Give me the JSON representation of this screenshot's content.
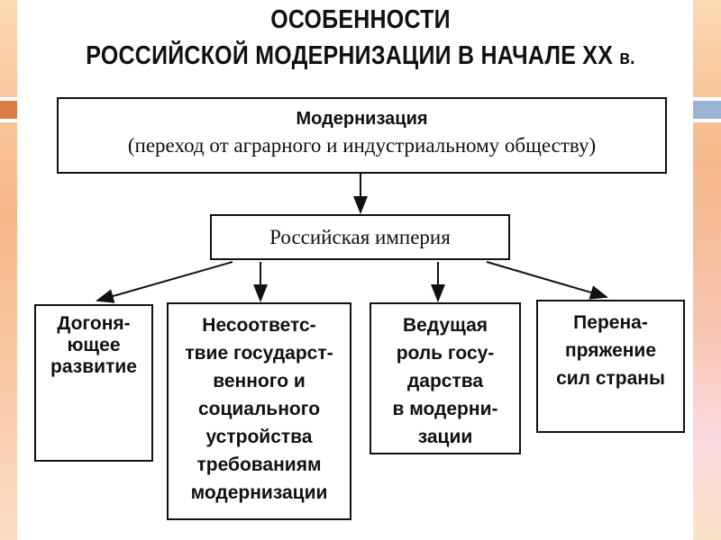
{
  "title": {
    "line1": "ОСОБЕННОСТИ",
    "line2": "РОССИЙСКОЙ МОДЕРНИЗАЦИИ В НАЧАЛЕ XX",
    "line2_suffix": "в."
  },
  "top_box": {
    "heading": "Модернизация",
    "text": "(переход от аграрного и индустриальному обществу)"
  },
  "middle_box": {
    "text": "Российская империя"
  },
  "features": [
    {
      "text": "Догоня-\nющее\nразвитие"
    },
    {
      "text": "Несоответс-\nтвие государст-\nвенного и\nсоциального\nустройства\nтребованиям\nмодернизации"
    },
    {
      "text": "Ведущая\nроль госу-\nдарства\nв модерни-\nзации"
    },
    {
      "text": "Перена-\nпряжение\nсил страны"
    }
  ],
  "colors": {
    "accent_left": "#db7d47",
    "accent_right": "#98b4d2"
  }
}
